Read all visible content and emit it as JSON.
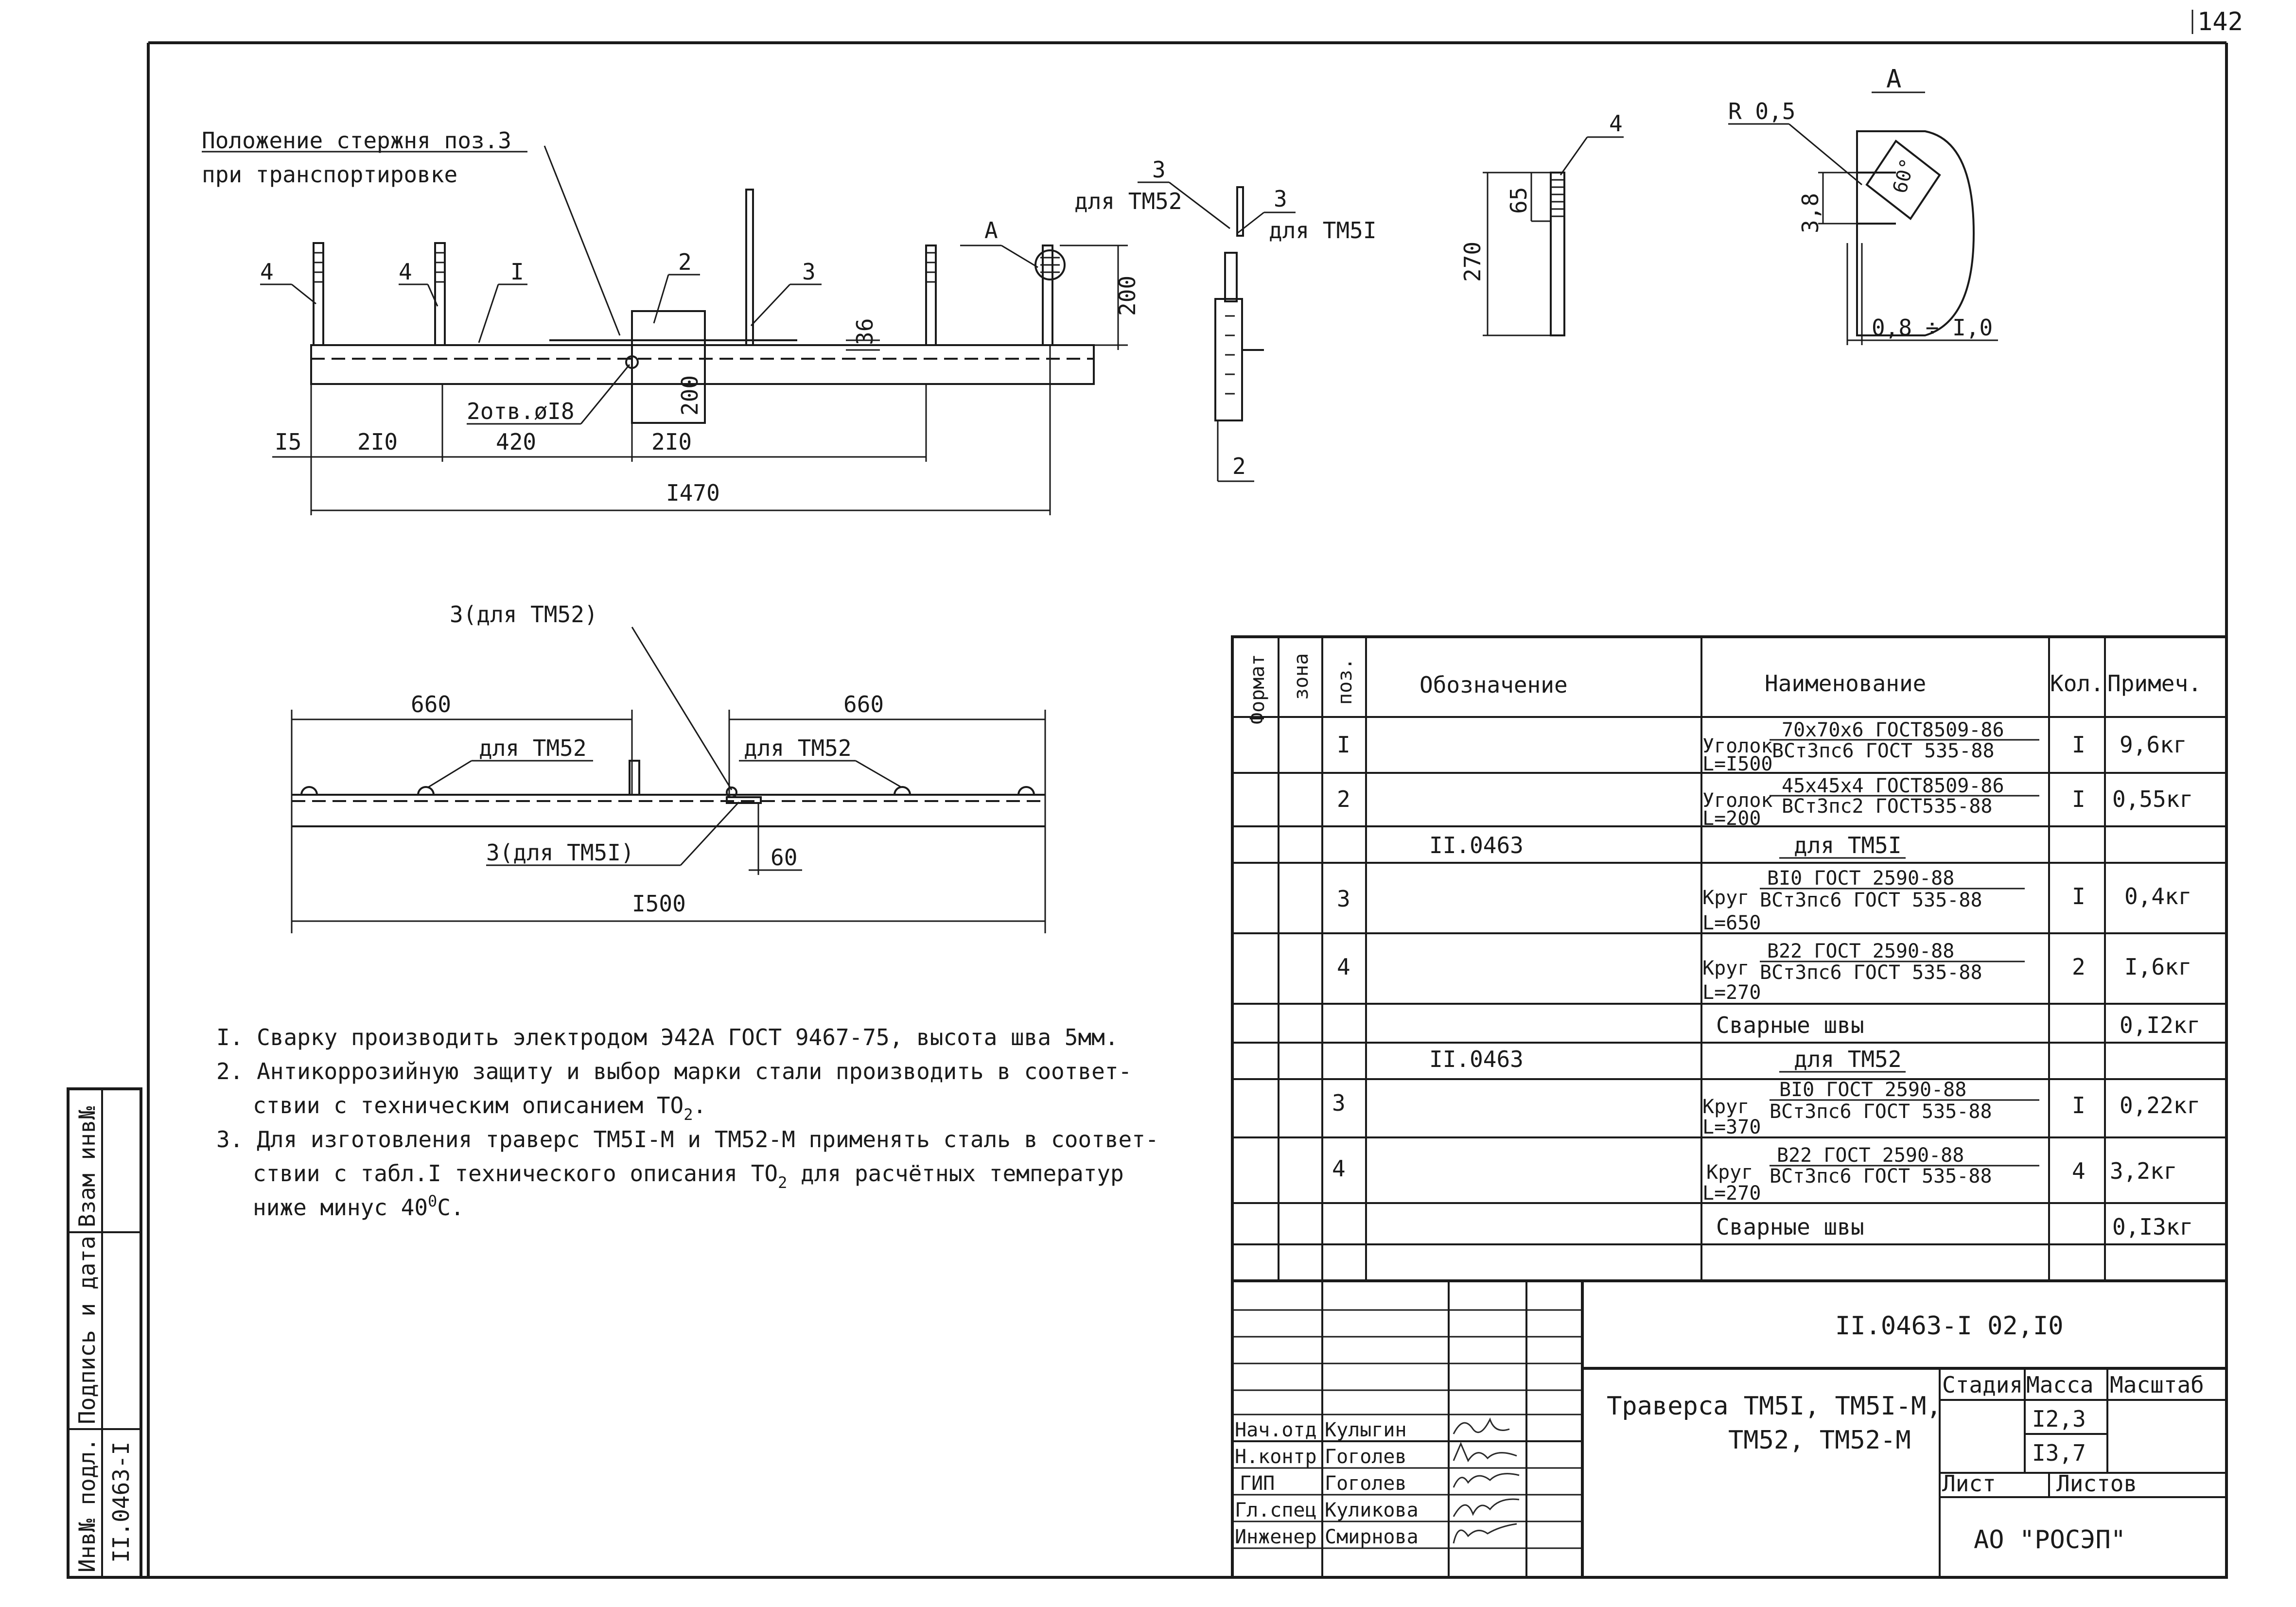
{
  "page_number": "142",
  "fig1": {
    "note_line1": "Положение стержня поз.3",
    "note_line2": "при транспортировке",
    "lbl_4a": "4",
    "lbl_4b": "4",
    "lbl_1": "I",
    "lbl_2": "2",
    "lbl_3": "3",
    "lbl_A": "A",
    "dim_36": "36",
    "dim_200_right": "200",
    "dim_200_mid": "200",
    "holes": "2отв.øI8",
    "dim_15": "I5",
    "dim_210a": "2I0",
    "dim_420": "420",
    "dim_210b": "2I0",
    "dim_1470": "I470"
  },
  "fig2": {
    "lbl_3a": "3",
    "lbl_tm52": "для ТМ52",
    "lbl_3b": "3",
    "lbl_tm51": "для ТМ5I",
    "lbl_2": "2"
  },
  "fig3": {
    "lbl_4": "4",
    "dim_65": "65",
    "dim_270": "270"
  },
  "fig4": {
    "title": "A",
    "radius": "R 0,5",
    "dim_38": "3,8",
    "angle": "60°",
    "range": "0,8 ÷ I,0"
  },
  "fig5": {
    "label_top": "3(для ТМ52)",
    "dim_660a": "660",
    "dim_660b": "660",
    "tm52_left": "для ТМ52",
    "tm52_right": "для ТМ52",
    "label_bottom": "3(для ТМ5I)",
    "dim_60": "60",
    "dim_1500": "I500"
  },
  "notes": {
    "line1": "I. Сварку производить электродом Э42А ГОСТ 9467-75, высота шва 5мм.",
    "line2": "2. Антикоррозийную защиту и выбор марки стали производить в соответ-",
    "line3": "ствии с техническим описанием ТО",
    "line3_sub": "2",
    "line3_end": ".",
    "line4": "3. Для изготовления траверс ТМ5I-М и ТМ52-М применять сталь в соответ-",
    "line5": "ствии с табл.I технического описания ТО",
    "line5_sub": "2",
    "line5_end": " для расчётных температур",
    "line6_a": "ниже минус 40",
    "line6_sup": "0",
    "line6_b": "С."
  },
  "left_stamp": {
    "label_inv": "Инв№ подл.",
    "label_sign": "Подпись и дата",
    "label_vzam": "Взам инв№",
    "value": "II.0463-I"
  },
  "spec_table": {
    "headers": {
      "format": "Формат",
      "zone": "зона",
      "pos": "поз.",
      "designation": "Обозначение",
      "name": "Наименование",
      "qty": "Кол.",
      "note": "Примеч."
    },
    "rows": [
      {
        "pos": "I",
        "des": "",
        "item": "Уголок",
        "num": "70х70х6 ГОСТ8509-86",
        "den": "ВСт3пс6 ГОСТ 535-88",
        "len": "L=I500",
        "qty": "I",
        "note": "9,6кг"
      },
      {
        "pos": "2",
        "des": "",
        "item": "Уголок",
        "num": "45х45х4 ГОСТ8509-86",
        "den": "ВСт3пс2 ГОСТ535-88",
        "len": "L=200",
        "qty": "I",
        "note": "0,55кг"
      },
      {
        "pos": "",
        "des": "II.0463",
        "section": "для ТМ5I",
        "qty": "",
        "note": ""
      },
      {
        "pos": "3",
        "des": "",
        "item": "Круг",
        "num": "BI0 ГОСТ 2590-88",
        "den": "ВСт3пс6 ГОСТ 535-88",
        "len": "L=650",
        "qty": "I",
        "note": "0,4кг"
      },
      {
        "pos": "4",
        "des": "",
        "item": "Круг",
        "num": "B22 ГОСТ 2590-88",
        "den": "ВСт3пс6 ГОСТ 535-88",
        "len": "L=270",
        "qty": "2",
        "note": "I,6кг"
      },
      {
        "pos": "",
        "des": "",
        "plain": "Сварные швы",
        "qty": "",
        "note": "0,I2кг"
      },
      {
        "pos": "",
        "des": "II.0463",
        "section": "для ТМ52",
        "qty": "",
        "note": ""
      },
      {
        "pos": "3",
        "des": "",
        "item": "Круг",
        "num": "BI0 ГОСТ 2590-88",
        "den": "ВСт3пс6 ГОСТ 535-88",
        "len": "L=370",
        "qty": "I",
        "note": "0,22кг"
      },
      {
        "pos": "4",
        "des": "",
        "item": "Круг",
        "num": "B22 ГОСТ 2590-88",
        "den": "ВСт3пс6 ГОСТ 535-88",
        "len": "L=270",
        "qty": "4",
        "note": "3,2кг"
      },
      {
        "pos": "",
        "des": "",
        "plain": "Сварные швы",
        "qty": "",
        "note": "0,I3кг"
      }
    ]
  },
  "title_block": {
    "doc_code": "II.0463-I 02,I0",
    "title_line1": "Траверса ТМ5I, ТМ5I-М,",
    "title_line2": "ТМ52, ТМ52-М",
    "stage_label": "Стадия",
    "mass_label": "Масса",
    "scale_label": "Масштаб",
    "mass1": "I2,3",
    "mass2": "I3,7",
    "sheet_label": "Лист",
    "sheets_label": "Листов",
    "org": "АО \"РОСЭП\"",
    "people": [
      {
        "role": "Нач.отд",
        "name": "Кулыгин"
      },
      {
        "role": "Н.контр",
        "name": "Гоголев"
      },
      {
        "role": "ГИП",
        "name": "Гоголев"
      },
      {
        "role": "Гл.спец",
        "name": "Куликова"
      },
      {
        "role": "Инженер",
        "name": "Смирнова"
      }
    ]
  }
}
